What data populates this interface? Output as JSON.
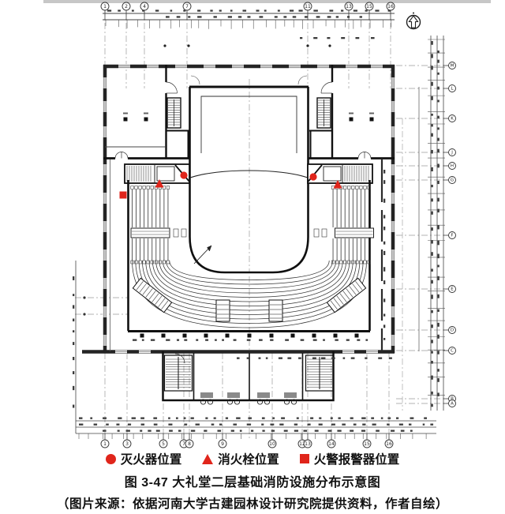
{
  "figure": {
    "legend_color": "#e0251b",
    "legend": [
      {
        "symbol": "circle",
        "label": "灭火器位置"
      },
      {
        "symbol": "triangle",
        "label": "消火栓位置"
      },
      {
        "symbol": "square",
        "label": "火警报警器位置"
      }
    ],
    "caption": "图 3-47  大礼堂二层基础消防设施分布示意图",
    "source": "（图片来源：依据河南大学古建园林设计研究院提供资料，作者自绘）"
  },
  "plan": {
    "grid_top": [
      "1",
      "2",
      "4",
      "7",
      "11",
      "13",
      "15",
      "16"
    ],
    "grid_bottom": [
      "1",
      "3",
      "5",
      "7",
      "8",
      "9",
      "10",
      "12",
      "13",
      "14",
      "15",
      "16"
    ],
    "grid_right": [
      "M",
      "L",
      "K",
      "J",
      "H",
      "G",
      "F",
      "E",
      "D",
      "C",
      "B",
      "A"
    ],
    "markers": {
      "extinguishers": [
        [
          233,
          222
        ],
        [
          397,
          224
        ]
      ],
      "hydrants": [
        [
          202,
          233
        ],
        [
          428,
          234
        ]
      ],
      "alarms": [
        [
          156,
          247
        ]
      ]
    },
    "marker_color": "#e0251b"
  }
}
